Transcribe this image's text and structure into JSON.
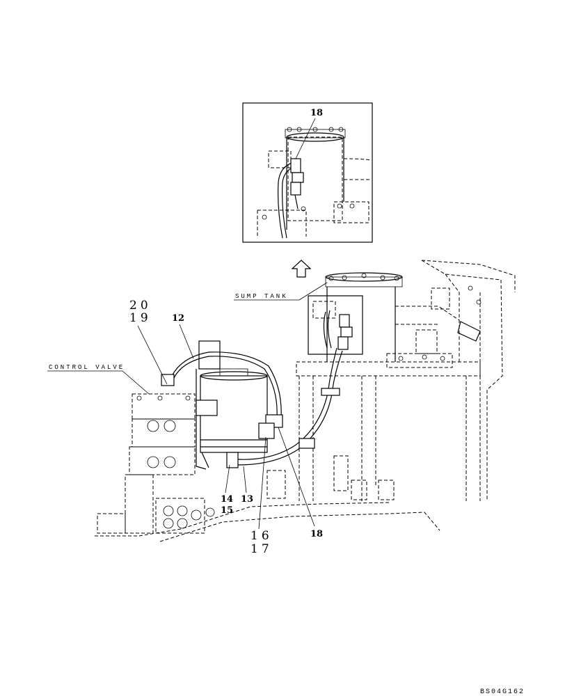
{
  "inset": {
    "callout": "18"
  },
  "labels": {
    "sump_tank": "SUMP TANK",
    "control_valve": "CONTROL VALVE",
    "p20": "20",
    "p19": "19",
    "p12": "12",
    "p14": "14",
    "p13": "13",
    "p15": "15",
    "p16": "16",
    "p17": "17",
    "p18_main": "18"
  },
  "drawing_code": "BS04G162"
}
